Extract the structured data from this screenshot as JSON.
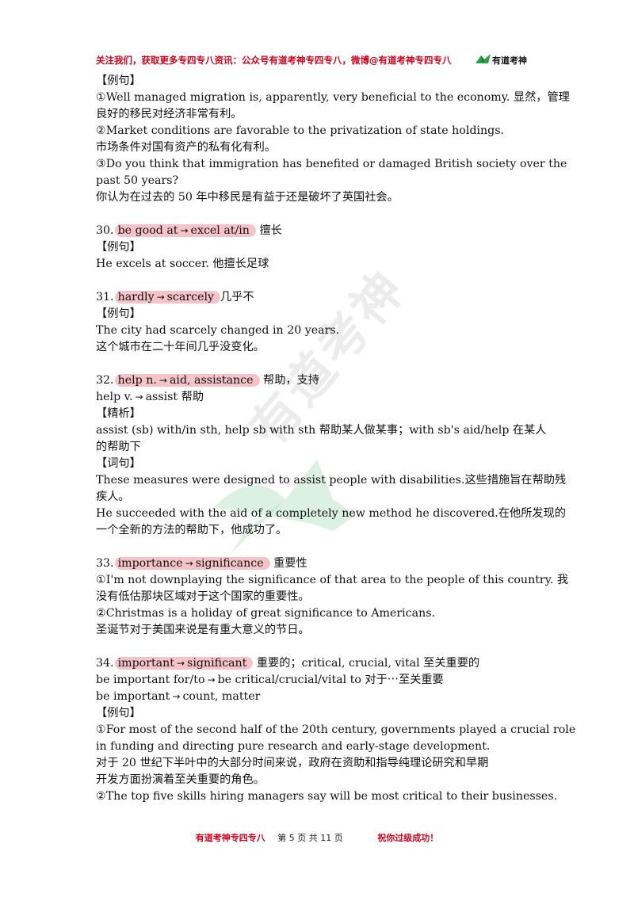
{
  "header": {
    "text": "关注我们，获取更多专四专八资讯：公众号有道考神专四专八，微博@有道考神专四专八",
    "logo_text": "有道考神"
  },
  "watermark": {
    "text": "有道考神"
  },
  "content": {
    "l01": "【例句】",
    "l02": "①Well managed migration is, apparently, very beneficial to the economy.  显然，管理",
    "l03": "良好的移民对经济非常有利。",
    "l04": "②Market conditions are favorable to the privatization of state holdings.",
    "l05": "市场条件对国有资产的私有化有利。",
    "l06": "③Do you think that immigration has benefited or damaged British society over the",
    "l07": "past 50 years?",
    "l08": "你认为在过去的 50 年中移民是有益于还是破坏了英国社会。",
    "e30": {
      "num": "30.",
      "a": "be good at",
      "b": "excel at/in",
      "tail": " 擅长"
    },
    "l10": "【例句】",
    "l11": "He excels at soccer.  他擅长足球",
    "e31": {
      "num": "31.",
      "a": "hardly",
      "b": "scarcely",
      "tail": "几乎不"
    },
    "l13": "【例句】",
    "l14": "The city had scarcely changed in 20 years.",
    "l15": "这个城市在二十年间几乎没变化。",
    "e32": {
      "num": "32.",
      "a": "help n.",
      "b": "aid, assistance",
      "tail": " 帮助，支持"
    },
    "l17a": "help v.",
    "l17b": "assist  帮助",
    "l18": "【精析】",
    "l19": "assist (sb) with/in sth, help sb with sth  帮助某人做某事；with sb's aid/help  在某人",
    "l20": "的帮助下",
    "l21": "【词句】",
    "l22": "These measures were designed to assist people with disabilities.这些措施旨在帮助残",
    "l23": "疾人。",
    "l24": "He succeeded with the aid of a completely new method he discovered.在他所发现的",
    "l25": "一个全新的方法的帮助下，他成功了。",
    "e33": {
      "num": "33.",
      "a": "importance",
      "b": "significance",
      "tail": " 重要性"
    },
    "l27": "①I'm not downplaying the significance of that area to the people of this country.  我",
    "l28": "没有低估那块区域对于这个国家的重要性。",
    "l29": "②Christmas is a holiday of great significance to Americans.",
    "l30": "圣诞节对于美国来说是有重大意义的节日。",
    "e34": {
      "num": "34.",
      "a": "important",
      "b": "significant",
      "tail": " 重要的；critical, crucial, vital  至关重要的"
    },
    "l32a": "be important for/to",
    "l32b": "be critical/crucial/vital to  对于⋯至关重要",
    "l33a": "be important",
    "l33b": "count, matter",
    "l34": "【例句】",
    "l35": "①For most of the second half of the 20th century, governments played a crucial role",
    "l36": "in funding and directing pure research and early-stage development.",
    "l37": "对于 20 世纪下半叶中的大部分时间来说，政府在资助和指导纯理论研究和早期",
    "l38": "开发方面扮演着至关重要的角色。",
    "l39": "②The top five skills hiring managers say will be most critical to their businesses."
  },
  "arrow": "→",
  "footer": {
    "brand": "有道考神专四专八",
    "page": "第 5 页 共 11 页",
    "wish": "祝你过级成功！"
  }
}
